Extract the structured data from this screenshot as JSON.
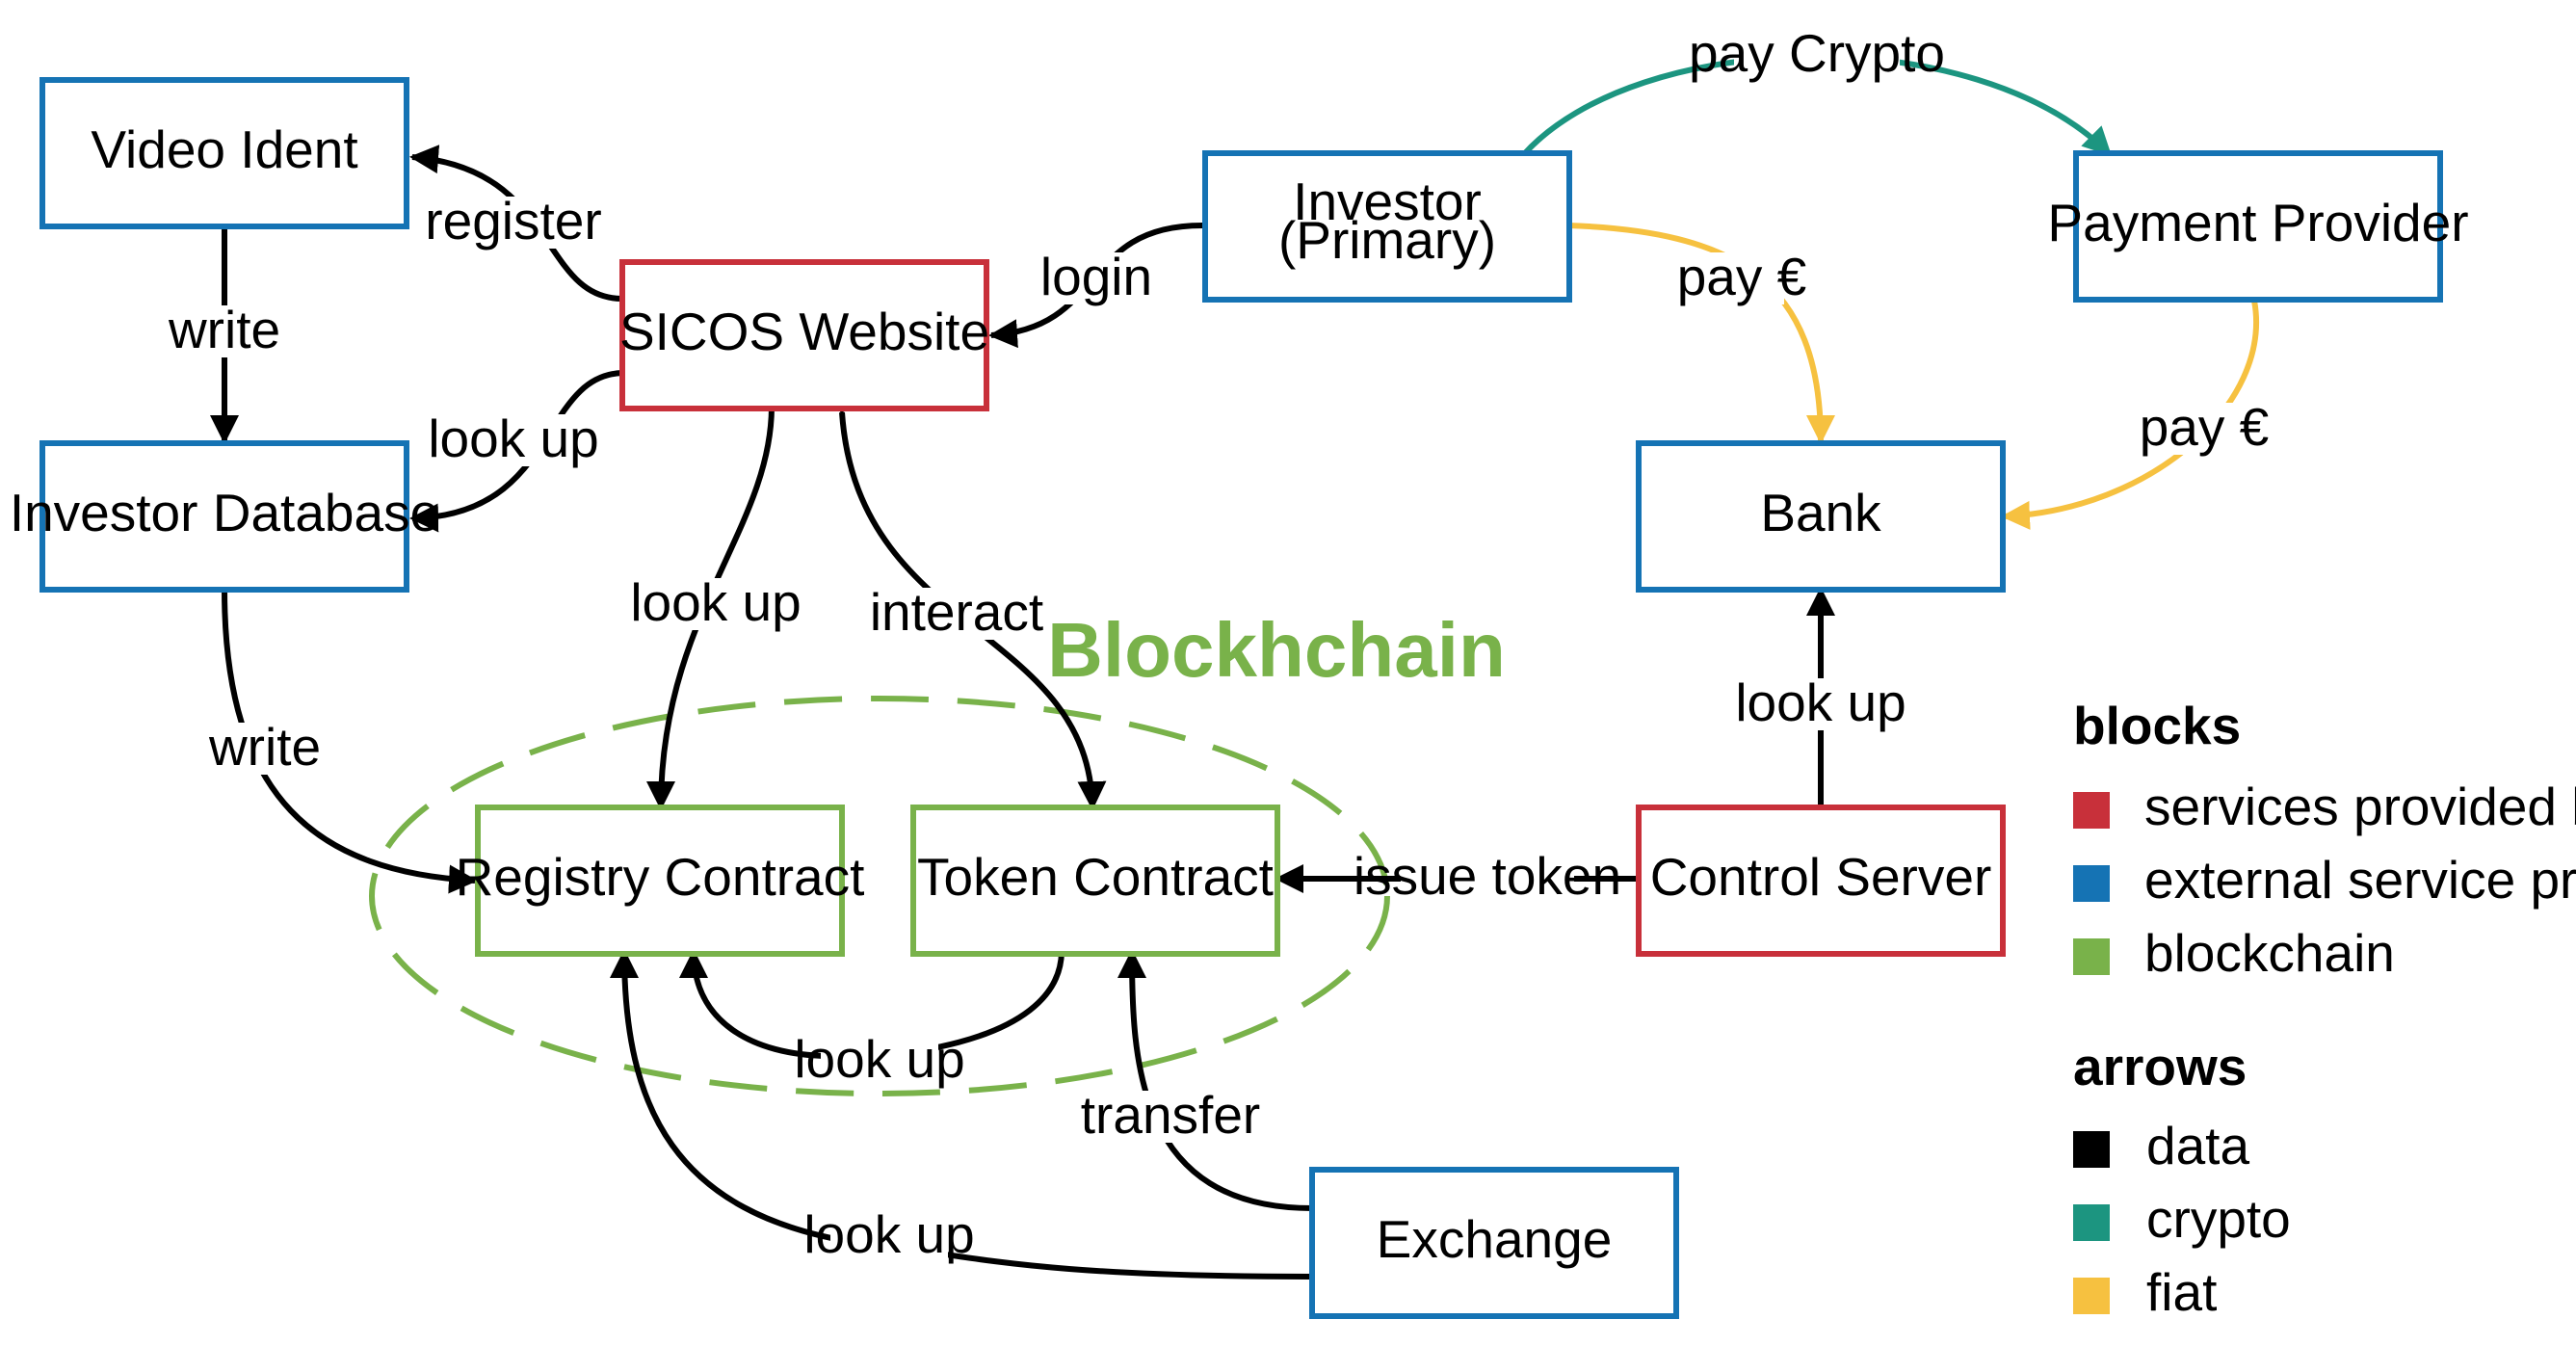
{
  "colors": {
    "sicos": "#c8303a",
    "external": "#1573b4",
    "blockchain": "#79b24a",
    "data": "#000000",
    "crypto": "#1c9580",
    "fiat": "#f6c140"
  },
  "blockchain_title": "Blockhchain",
  "nodes": {
    "video_ident": "Video Ident",
    "investor_database": "Investor Database",
    "sicos_website": "SICOS Website",
    "investor_primary_line1": "Investor",
    "investor_primary_line2": "(Primary)",
    "payment_provider": "Payment Provider",
    "bank": "Bank",
    "registry_contract": "Registry Contract",
    "token_contract": "Token Contract",
    "control_server": "Control Server",
    "exchange": "Exchange"
  },
  "edges": {
    "register": "register",
    "write_1": "write",
    "look_up_db": "look up",
    "login": "login",
    "pay_crypto": "pay Crypto",
    "pay_euro_1": "pay €",
    "pay_euro_2": "pay €",
    "look_up_registry": "look up",
    "interact": "interact",
    "write_2": "write",
    "look_up_bank": "look up",
    "issue_token": "issue token",
    "look_up_contracts": "look up",
    "transfer": "transfer",
    "look_up_exchange": "look up"
  },
  "legend": {
    "blocks_title": "blocks",
    "blocks": [
      {
        "label": "services provided by SICOS",
        "color": "#c8303a"
      },
      {
        "label": "external service provider",
        "color": "#1573b4"
      },
      {
        "label": "blockchain",
        "color": "#79b24a"
      }
    ],
    "arrows_title": "arrows",
    "arrows": [
      {
        "label": "data",
        "color": "#000000"
      },
      {
        "label": "crypto",
        "color": "#1c9580"
      },
      {
        "label": "fiat",
        "color": "#f6c140"
      }
    ]
  }
}
